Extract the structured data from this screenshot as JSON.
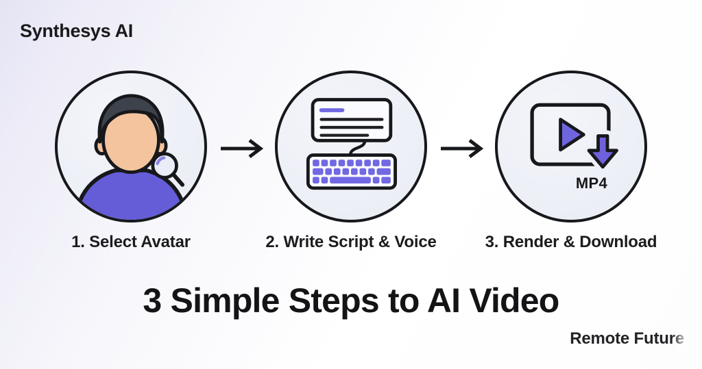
{
  "brand": {
    "name": "Synthesys AI"
  },
  "title": "3 Simple Steps to AI Video",
  "credit": "Remote Future",
  "steps": [
    {
      "label": "1. Select Avatar",
      "icon": "avatar-with-magnifier"
    },
    {
      "label": "2. Write Script & Voice",
      "icon": "script-and-keyboard"
    },
    {
      "label": "3. Render & Download",
      "icon": "video-player-download",
      "badge": "MP4"
    }
  ],
  "colors": {
    "accent_purple": "#655CD8",
    "key_purple": "#7168E3",
    "outline_dark": "#17181B",
    "circle_fill": "#EEF0F7",
    "skin": "#F4C49E",
    "hair": "#3E424D",
    "background_tint": "#E5E4F4"
  }
}
